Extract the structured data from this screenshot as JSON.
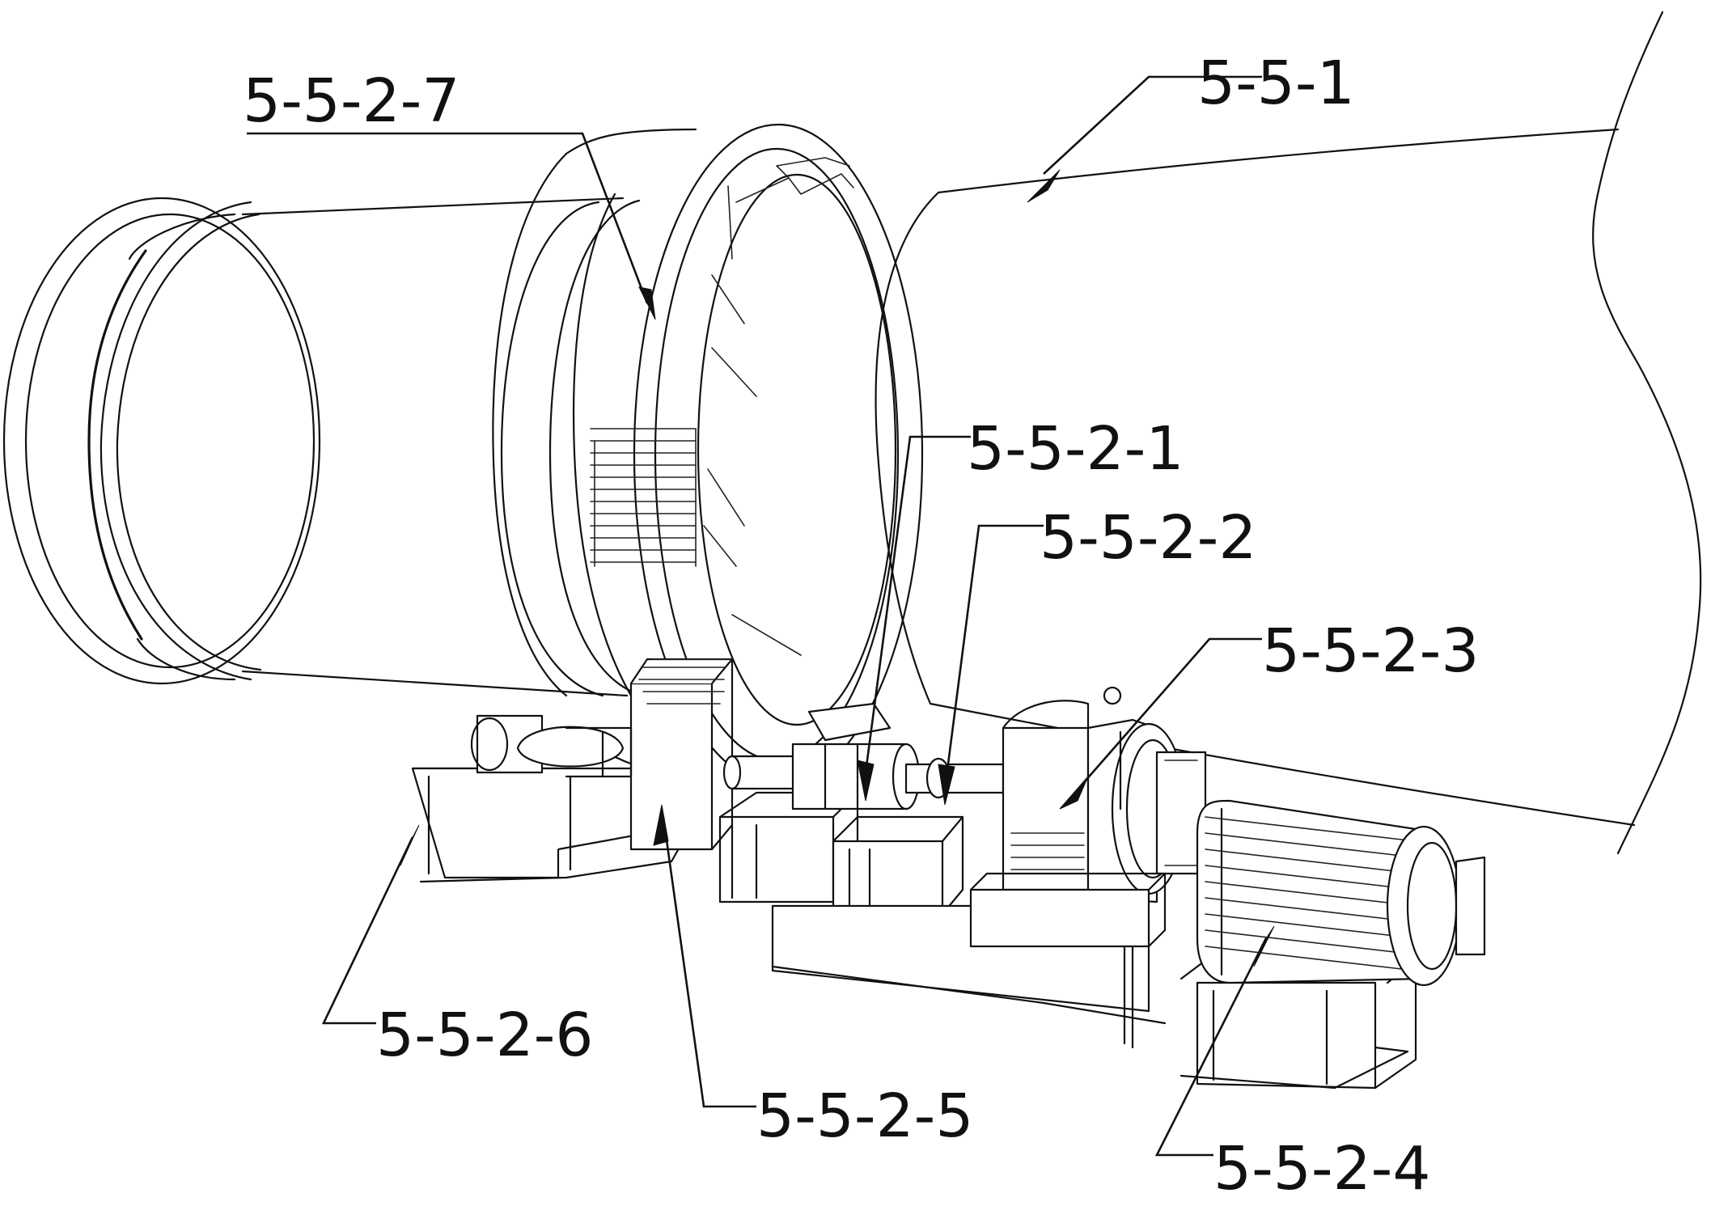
{
  "callouts": [
    {
      "id": "c1",
      "text": "5-5-1"
    },
    {
      "id": "c2",
      "text": "5-5-2-7"
    },
    {
      "id": "c3",
      "text": "5-5-2-1"
    },
    {
      "id": "c4",
      "text": "5-5-2-2"
    },
    {
      "id": "c5",
      "text": "5-5-2-3"
    },
    {
      "id": "c6",
      "text": "5-5-2-6"
    },
    {
      "id": "c7",
      "text": "5-5-2-5"
    },
    {
      "id": "c8",
      "text": "5-5-2-4"
    }
  ],
  "colors": {
    "ink": "#111111",
    "paper": "#ffffff"
  }
}
